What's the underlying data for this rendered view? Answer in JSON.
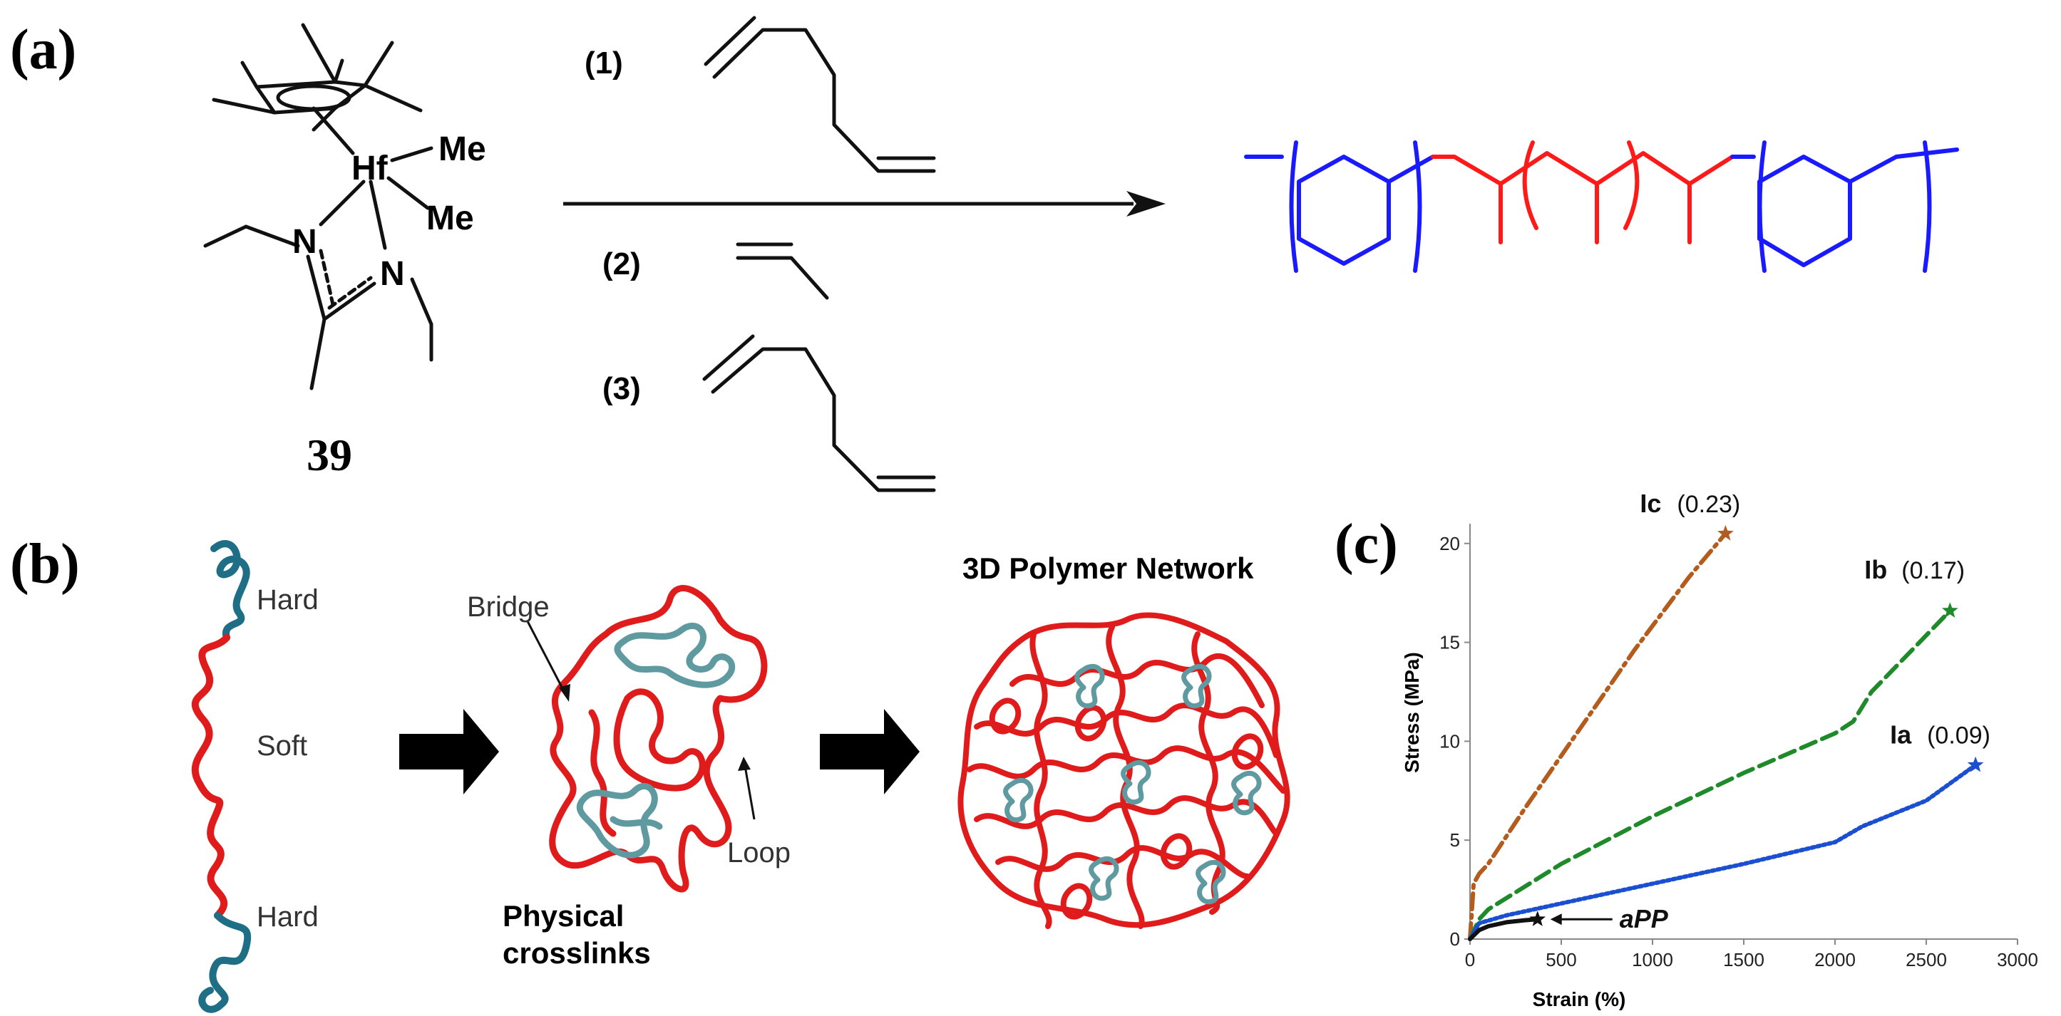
{
  "panel_a": {
    "label": "(a)",
    "catalyst": {
      "metal": "Hf",
      "ligand1": "Me",
      "ligand2": "Me",
      "n1": "N",
      "n2": "N",
      "number": "39"
    },
    "steps": [
      {
        "label": "(1)"
      },
      {
        "label": "(2)"
      },
      {
        "label": "(3)"
      }
    ],
    "colors": {
      "hard_block": "#1a1aff",
      "soft_block": "#ff1a1a"
    }
  },
  "panel_b": {
    "label": "(b)",
    "hard_top": "Hard",
    "soft": "Soft",
    "hard_bottom": "Hard",
    "bridge": "Bridge",
    "loop": "Loop",
    "crosslinks_line1": "Physical",
    "crosslinks_line2": "crosslinks",
    "network_title": "3D Polymer Network",
    "colors": {
      "hard": "#1e6e86",
      "soft": "#e01b1b",
      "hard_domain": "#5e9aa0"
    }
  },
  "panel_c": {
    "label": "(c)",
    "chart_data": {
      "type": "line",
      "xlabel": "Strain (%)",
      "ylabel": "Stress (MPa)",
      "xlim": [
        0,
        3000
      ],
      "ylim": [
        0,
        21
      ],
      "xticks": [
        "0",
        "500",
        "1000",
        "1500",
        "2000",
        "2500",
        "3000"
      ],
      "yticks": [
        "0",
        "5",
        "10",
        "15",
        "20"
      ],
      "series": [
        {
          "name": "Ic",
          "annotation": "(0.23)",
          "color": "#b35c1e",
          "dash": "dashdot",
          "x": [
            0,
            20,
            50,
            100,
            300,
            600,
            900,
            1200,
            1400
          ],
          "y": [
            0,
            2.8,
            3.3,
            3.8,
            6.6,
            10.6,
            14.6,
            18.3,
            20.5
          ]
        },
        {
          "name": "Ib",
          "annotation": "(0.17)",
          "color": "#1e8a2a",
          "dash": "dashed",
          "x": [
            0,
            50,
            100,
            500,
            1000,
            1500,
            2000,
            2100,
            2200,
            2400,
            2630
          ],
          "y": [
            0,
            1.0,
            1.5,
            3.8,
            6.2,
            8.4,
            10.4,
            11.0,
            12.5,
            14.4,
            16.6
          ]
        },
        {
          "name": "Ia",
          "annotation": "(0.09)",
          "color": "#1a4fd1",
          "dash": "dotted",
          "x": [
            0,
            50,
            200,
            500,
            1000,
            1500,
            2000,
            2150,
            2500,
            2770
          ],
          "y": [
            0,
            0.8,
            1.2,
            1.8,
            2.8,
            3.8,
            4.9,
            5.7,
            7.0,
            8.8
          ]
        },
        {
          "name": "aPP",
          "annotation": "",
          "color": "#111111",
          "dash": "solid",
          "x": [
            0,
            50,
            100,
            200,
            300,
            370
          ],
          "y": [
            0,
            0.45,
            0.65,
            0.85,
            0.95,
            1.0
          ]
        }
      ]
    }
  }
}
